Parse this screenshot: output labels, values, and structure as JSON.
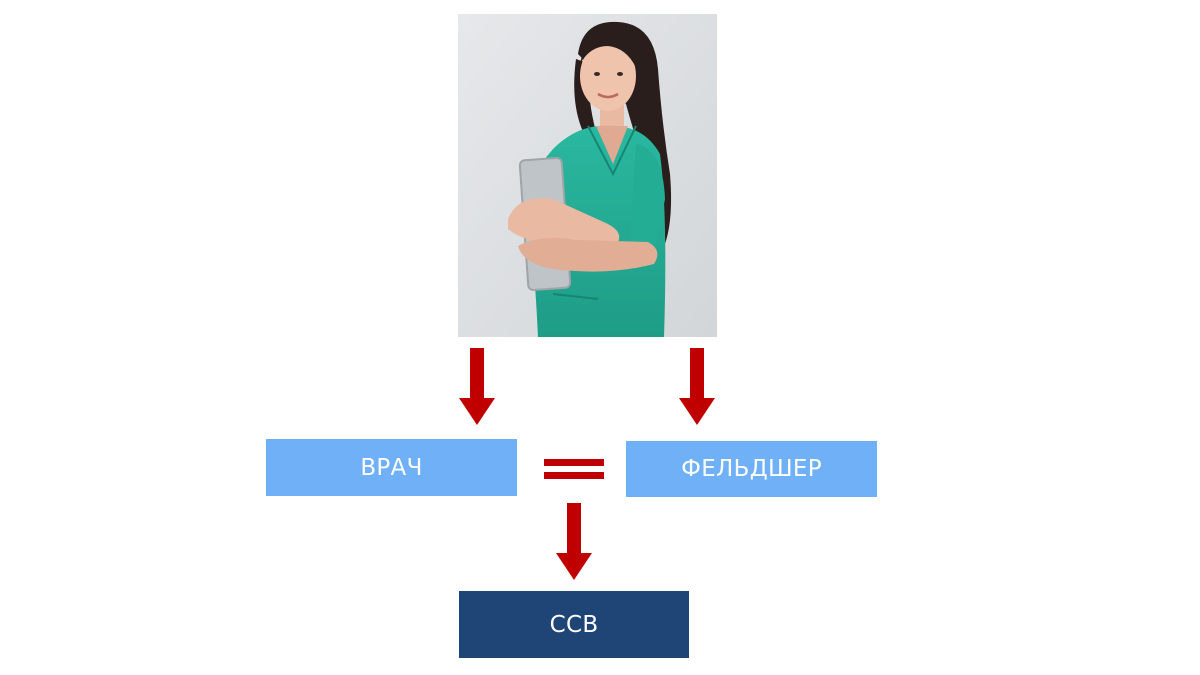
{
  "diagram": {
    "nodes": {
      "vrach": {
        "label": "ВРАЧ"
      },
      "feldsher": {
        "label": "ФЕЛЬДШЕР"
      },
      "ssv": {
        "label": "ССВ"
      }
    },
    "edges": [
      {
        "from": "photo",
        "to": "vrach"
      },
      {
        "from": "photo",
        "to": "feldsher"
      },
      {
        "from": "vrach-feldsher",
        "to": "ssv"
      }
    ],
    "relation": "equals"
  },
  "colors": {
    "arrow": "#c00000",
    "box_light": "#6fb0f7",
    "box_dark": "#1f4577",
    "box_text": "#ffffff"
  },
  "icons": {
    "photo": "medical-worker-photo",
    "arrow": "down-arrow-icon",
    "equals": "equals-icon"
  }
}
